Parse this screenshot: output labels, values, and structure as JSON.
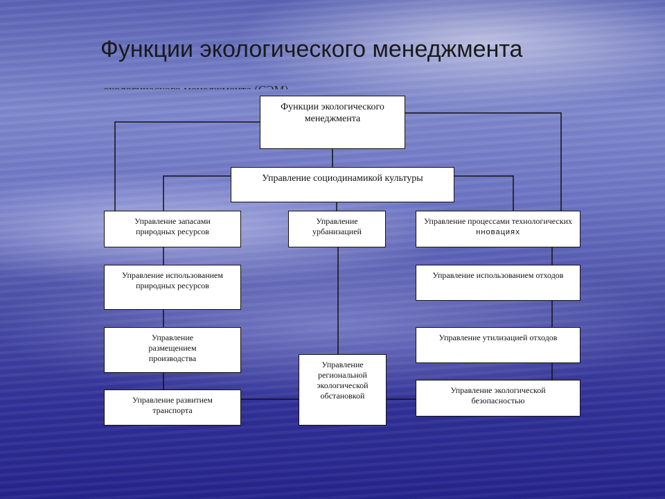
{
  "title": "Функции экологического менеджмента",
  "overlapped_text": "экологического менеджмента (СЭМ).",
  "nodes": {
    "root": "Функции экологического менеджмента",
    "socio": "Управление социодинамикой культуры",
    "reserves": "Управление запасами природных ресурсов",
    "urban": "Управление урбанизацией",
    "tech_a": "Управление процессами технологических",
    "tech_b": "нновациях",
    "use_resources": "Управление использованием природных ресурсов",
    "placement": "Управление размещением производства",
    "transport": "Управление развитием транспорта",
    "regional": "Управление региональной экологической обстановкой",
    "waste_use": "Управление использованием отходов",
    "waste_util": "Управление утилизацией отходов",
    "safety": "Управление экологической безопасностью"
  }
}
